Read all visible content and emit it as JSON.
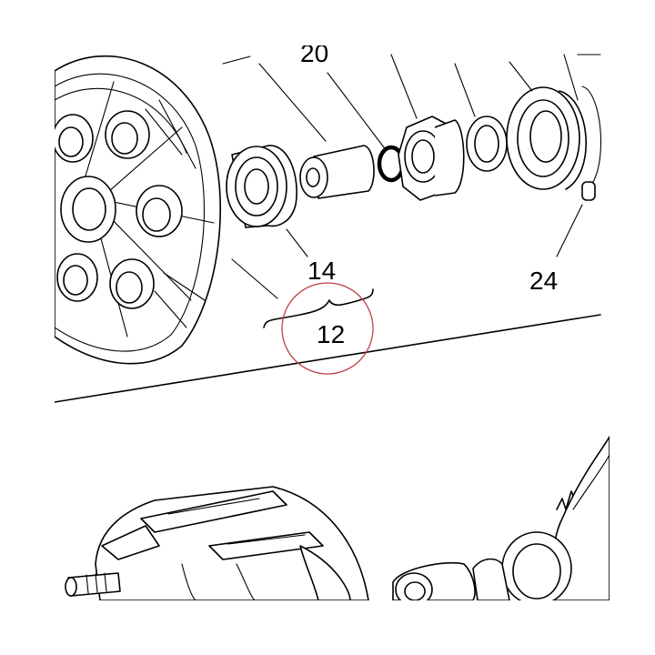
{
  "callouts": {
    "c14": "14",
    "c12": "12",
    "c24": "24",
    "c20_partial": "20"
  },
  "colors": {
    "linework": "#000000",
    "background": "#ffffff",
    "highlight_circle": "#c0404a"
  }
}
